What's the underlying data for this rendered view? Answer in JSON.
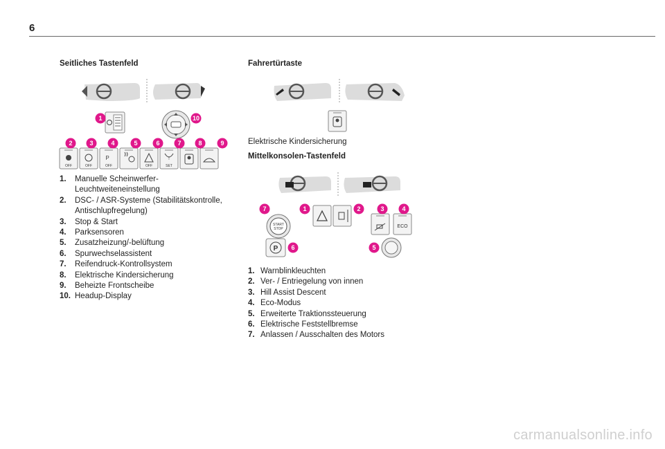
{
  "page": {
    "number": "6"
  },
  "left": {
    "heading": "Seitliches Tastenfeld",
    "button_labels": [
      "OFF",
      "OFF",
      "OFF",
      "OFF",
      "SET"
    ],
    "items": [
      {
        "num": "1.",
        "text": "Manuelle Scheinwerfer-Leuchtweiteneinstellung"
      },
      {
        "num": "2.",
        "text": "DSC- / ASR-Systeme (Stabilitätskontrolle, Antischlupfregelung)"
      },
      {
        "num": "3.",
        "text": "Stop & Start"
      },
      {
        "num": "4.",
        "text": "Parksensoren"
      },
      {
        "num": "5.",
        "text": "Zusatzheizung/-belüftung"
      },
      {
        "num": "6.",
        "text": "Spurwechselassistent"
      },
      {
        "num": "7.",
        "text": "Reifendruck-Kontrollsystem"
      },
      {
        "num": "8.",
        "text": "Elektrische Kindersicherung"
      },
      {
        "num": "9.",
        "text": "Beheizte Frontscheibe"
      },
      {
        "num": "10.",
        "text": "Headup-Display"
      }
    ]
  },
  "right": {
    "heading1": "Fahrertürtaste",
    "caption1": "Elektrische Kindersicherung",
    "heading2": "Mittelkonsolen-Tastenfeld",
    "button_labels": [
      "ECO",
      "START",
      "STOP",
      "P"
    ],
    "items": [
      {
        "num": "1.",
        "text": "Warnblinkleuchten"
      },
      {
        "num": "2.",
        "text": "Ver- / Entriegelung von innen"
      },
      {
        "num": "3.",
        "text": "Hill Assist Descent"
      },
      {
        "num": "4.",
        "text": "Eco-Modus"
      },
      {
        "num": "5.",
        "text": "Erweiterte Traktionssteuerung"
      },
      {
        "num": "6.",
        "text": "Elektrische Feststellbremse"
      },
      {
        "num": "7.",
        "text": "Anlassen / Ausschalten des Motors"
      }
    ]
  },
  "callouts_left": [
    "1",
    "2",
    "3",
    "4",
    "5",
    "6",
    "7",
    "8",
    "9",
    "10"
  ],
  "callouts_right": [
    "1",
    "2",
    "3",
    "4",
    "5",
    "6",
    "7"
  ],
  "watermark": "carmanualsonline.info",
  "colors": {
    "callout": "#e0188b",
    "panel": "#d9d9d9",
    "button": "#f3f3f3"
  }
}
